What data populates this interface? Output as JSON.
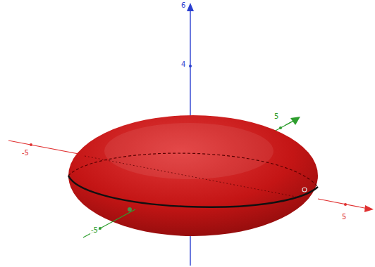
{
  "diagram": {
    "labels": [
      "6",
      "4",
      "-5",
      "5",
      "5",
      "-5"
    ]
  }
}
